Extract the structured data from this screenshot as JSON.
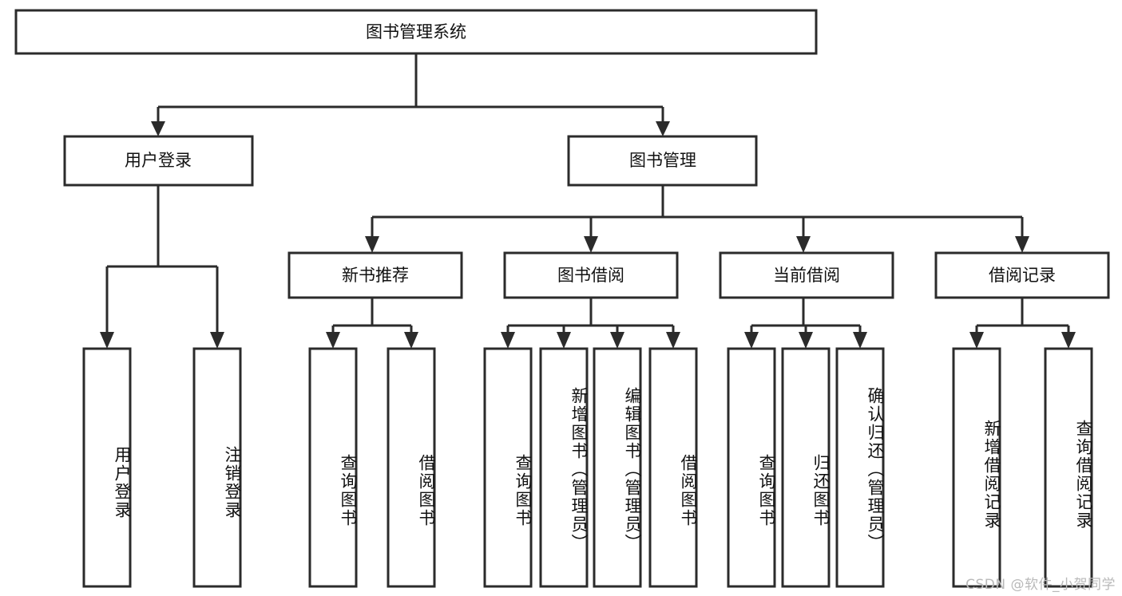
{
  "diagram": {
    "type": "tree",
    "title": "图书管理系统",
    "watermark": "CSDN @软件_小贺同学",
    "colors": {
      "box_stroke": "#2b2b2b",
      "box_fill": "#ffffff",
      "text": "#111111",
      "connector": "#2b2b2b",
      "watermark": "#b9b9b9",
      "background": "#ffffff"
    },
    "root": {
      "label": "图书管理系统"
    },
    "level2": [
      {
        "label": "用户登录"
      },
      {
        "label": "图书管理"
      }
    ],
    "level3": [
      {
        "label": "新书推荐"
      },
      {
        "label": "图书借阅"
      },
      {
        "label": "当前借阅"
      },
      {
        "label": "借阅记录"
      }
    ],
    "leaves": {
      "user_login": [
        {
          "label": "用户登录"
        },
        {
          "label": "注销登录"
        }
      ],
      "new_book": [
        {
          "label": "查询图书"
        },
        {
          "label": "借阅图书"
        }
      ],
      "book_borrow": [
        {
          "label": "查询图书"
        },
        {
          "label": "新增图书（管理员）"
        },
        {
          "label": "编辑图书（管理员）"
        },
        {
          "label": "借阅图书"
        }
      ],
      "current_borrow": [
        {
          "label": "查询图书"
        },
        {
          "label": "归还图书"
        },
        {
          "label": "确认归还（管理员）"
        }
      ],
      "borrow_record": [
        {
          "label": "新增借阅记录"
        },
        {
          "label": "查询借阅记录"
        }
      ]
    }
  }
}
